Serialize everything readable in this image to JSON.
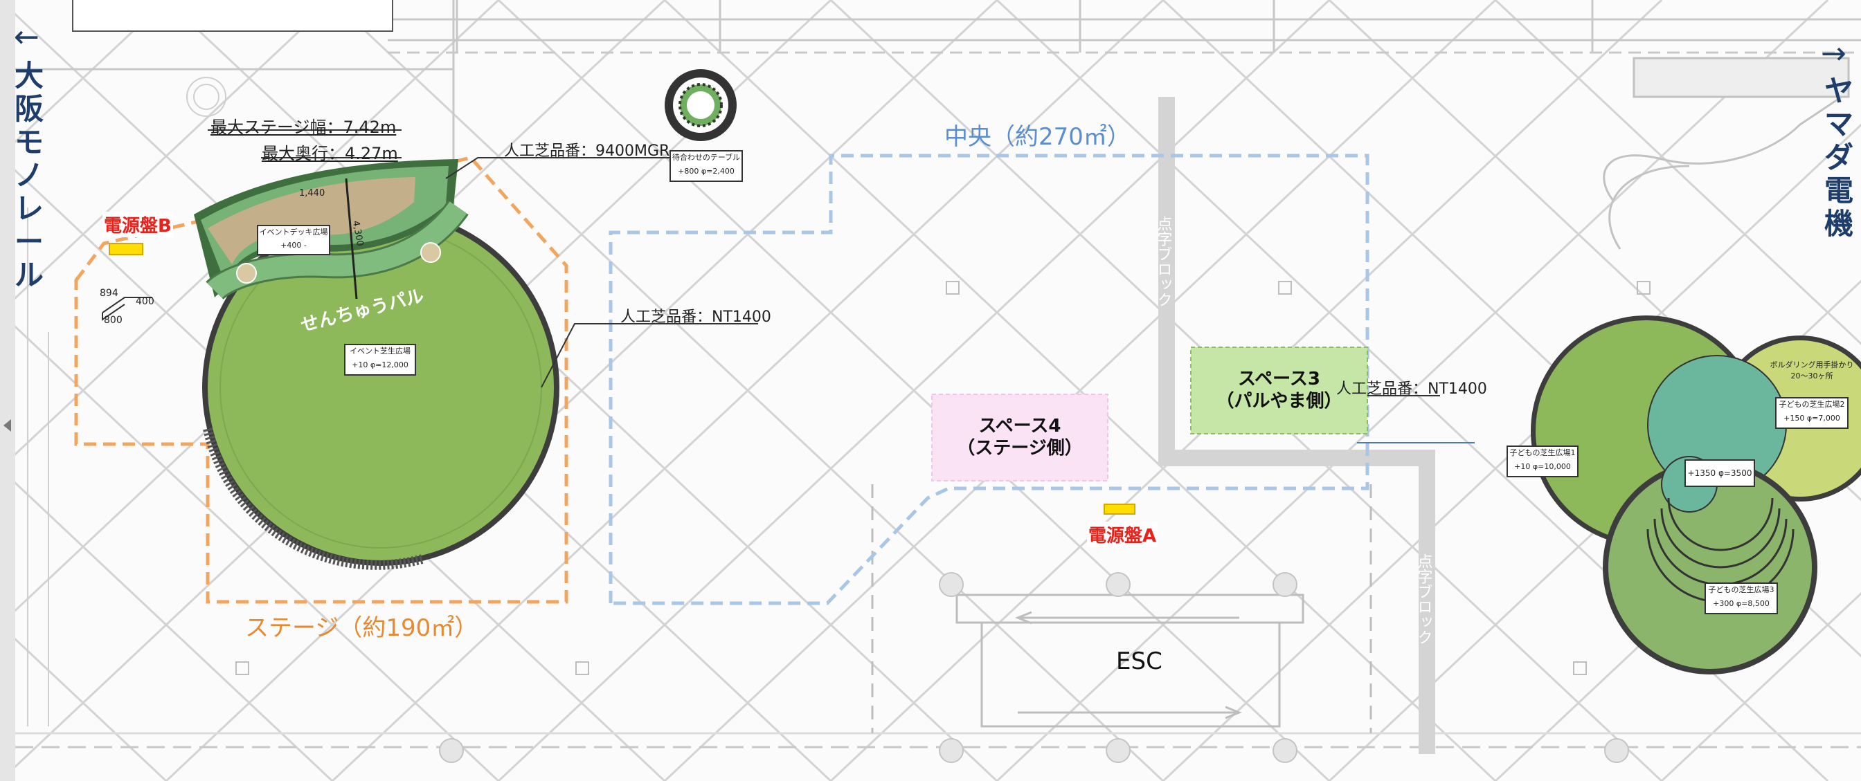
{
  "labels": {
    "left_direction": "大阪モノレール",
    "right_direction": "ヤマダ電機",
    "max_stage_width": "最大ステージ幅：7.42m",
    "max_depth": "最大奥行：4.27m",
    "turf_9400": "人工芝品番：9400MGR",
    "turf_nt1400_left": "人工芝品番：NT1400",
    "turf_nt1400_right": "人工芝品番：NT1400",
    "stage_area": "ステージ（約190㎡）",
    "center_area": "中央（約270㎡）",
    "space3_line1": "スペース3",
    "space3_line2": "（パルやま側）",
    "space4_line1": "スペース4",
    "space4_line2": "（ステージ側）",
    "power_a": "電源盤A",
    "power_b": "電源盤B",
    "esc": "ESC",
    "braille_block_1": "点字ブロック",
    "braille_block_2": "点字ブロック",
    "arch_text": "せんちゅうパル",
    "event_deck": "イベントデッキ広場",
    "event_deck_level": "+400",
    "event_deck_dim": "-",
    "event_lawn": "イベント芝生広場",
    "event_lawn_level": "+10",
    "event_lawn_dim": "φ=12,000",
    "table_label": "待合わせのテーブル",
    "table_level": "+800",
    "table_dim": "φ=2,400",
    "kids_lawn_1": "子どもの芝生広場1",
    "kids_lawn_1_level": "+10",
    "kids_lawn_1_dim": "φ=10,000",
    "kids_lawn_2": "子どもの芝生広場2",
    "kids_lawn_2_level": "+150",
    "kids_lawn_2_dim": "φ=7,000",
    "kids_lawn_3": "子どもの芝生広場3",
    "kids_lawn_3_level": "+300",
    "kids_lawn_3_dim": "φ=8,500",
    "center_level": "+1350",
    "center_dim": "φ=3500",
    "bouldering": "ボルダリング用手掛かり",
    "bouldering_sub": "20〜30ヶ所",
    "dim_894": "894",
    "dim_400": "400",
    "dim_800": "800",
    "dim_1440": "1,440",
    "dim_4300": "4,300"
  },
  "colors": {
    "stage_outline": "#f2a55e",
    "center_outline": "#a9c6e6",
    "power_label": "#e8221b",
    "power_box": "#ffdd00",
    "space3_fill": "#c5e6a6",
    "space4_fill": "#fbe3f6",
    "lawn_green": "#8db95a",
    "direction_text": "#1f3d6b",
    "center_text": "#5b8ecf",
    "stage_text": "#e8892f"
  }
}
